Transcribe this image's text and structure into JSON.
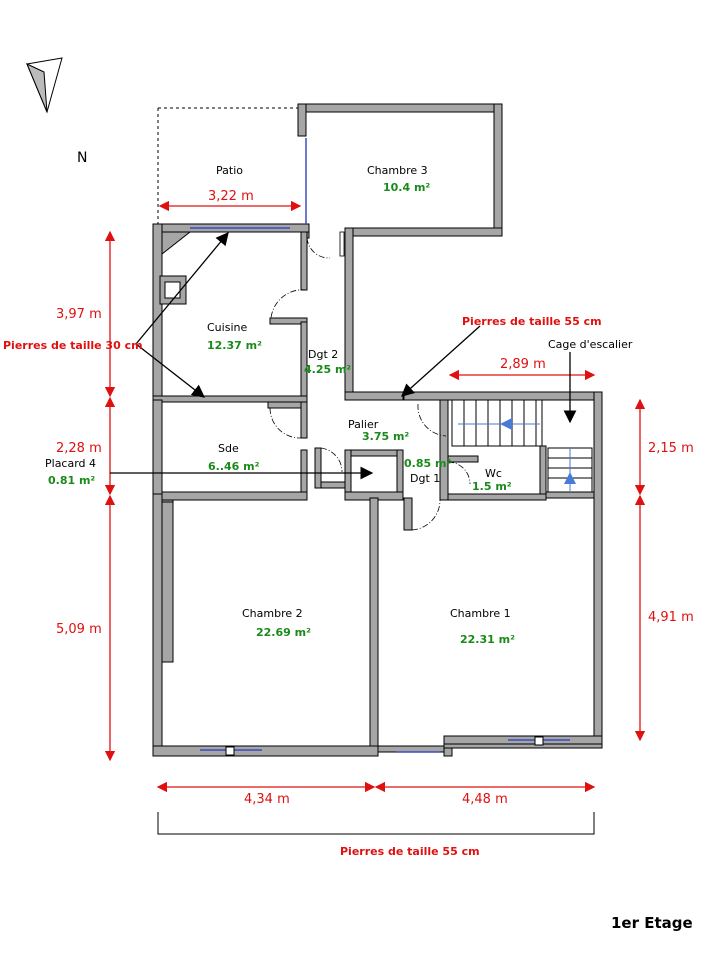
{
  "title": "1er Etage",
  "north_label": "N",
  "rooms": {
    "patio": {
      "name": "Patio"
    },
    "chambre3": {
      "name": "Chambre 3",
      "area": "10.4 m²"
    },
    "cuisine": {
      "name": "Cuisine",
      "area": "12.37 m²"
    },
    "dgt2": {
      "name": "Dgt 2",
      "area": "4.25 m²"
    },
    "sde": {
      "name": "Sde",
      "area": "6..46 m²"
    },
    "palier": {
      "name": "Palier",
      "area": "3.75 m²"
    },
    "placard4": {
      "name": "Placard 4",
      "area": "0.81 m²"
    },
    "dgt1": {
      "name": "Dgt 1",
      "area": "0.85 m²"
    },
    "wc": {
      "name": "Wc",
      "area": "1.5 m²"
    },
    "chambre2": {
      "name": "Chambre 2",
      "area": "22.69 m²"
    },
    "chambre1": {
      "name": "Chambre 1",
      "area": "22.31 m²"
    },
    "cage": {
      "name": "Cage d'escalier"
    }
  },
  "dimensions": {
    "patio_width": "3,22 m",
    "left_top": "3,97 m",
    "left_mid": "2,28 m",
    "left_bottom": "5,09 m",
    "right_top": "2,15 m",
    "right_bottom": "4,91 m",
    "stair_width": "2,89 m",
    "bottom_left": "4,34 m",
    "bottom_right": "4,48 m"
  },
  "notes": {
    "stone30": "Pierres de taille 30 cm",
    "stone55_top": "Pierres de taille 55 cm",
    "stone55_bottom": "Pierres de taille 55 cm"
  }
}
